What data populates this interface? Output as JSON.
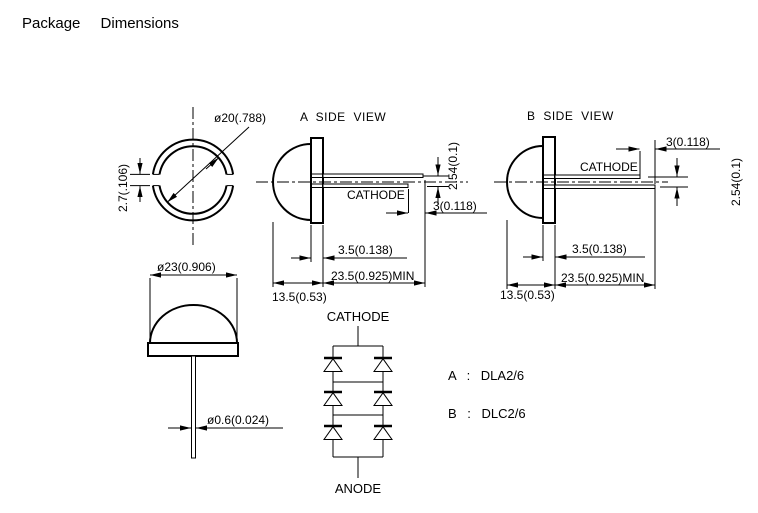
{
  "title": "Package Dimensions",
  "colors": {
    "line": "#000000",
    "background": "#ffffff"
  },
  "top_view": {
    "dome_diameter": "ø20(.788)",
    "slot_width": "2.7(.106)"
  },
  "side_a": {
    "title": "A SIDE VIEW",
    "cathode": "CATHODE",
    "lead_pitch": "2.54(0.1)",
    "lead_diff": "3(0.118)",
    "flange_thickness": "3.5(0.138)",
    "lead_length": "23.5(0.925)MIN",
    "body_height": "13.5(0.53)"
  },
  "side_b": {
    "title": "B SIDE VIEW",
    "cathode": "CATHODE",
    "lead_pitch": "2.54(0.1)",
    "lead_diff": "3(0.118)",
    "flange_thickness": "3.5(0.138)",
    "lead_length": "23.5(0.925)MIN",
    "body_height": "13.5(0.53)"
  },
  "front_view": {
    "flange_diameter": "ø23(0.906)",
    "lead_diameter": "ø0.6(0.024)"
  },
  "schematic": {
    "cathode": "CATHODE",
    "anode": "ANODE",
    "diode_rows": 3,
    "diode_columns": 2
  },
  "legend": {
    "a": "A : DLA2/6",
    "b": "B : DLC2/6"
  }
}
